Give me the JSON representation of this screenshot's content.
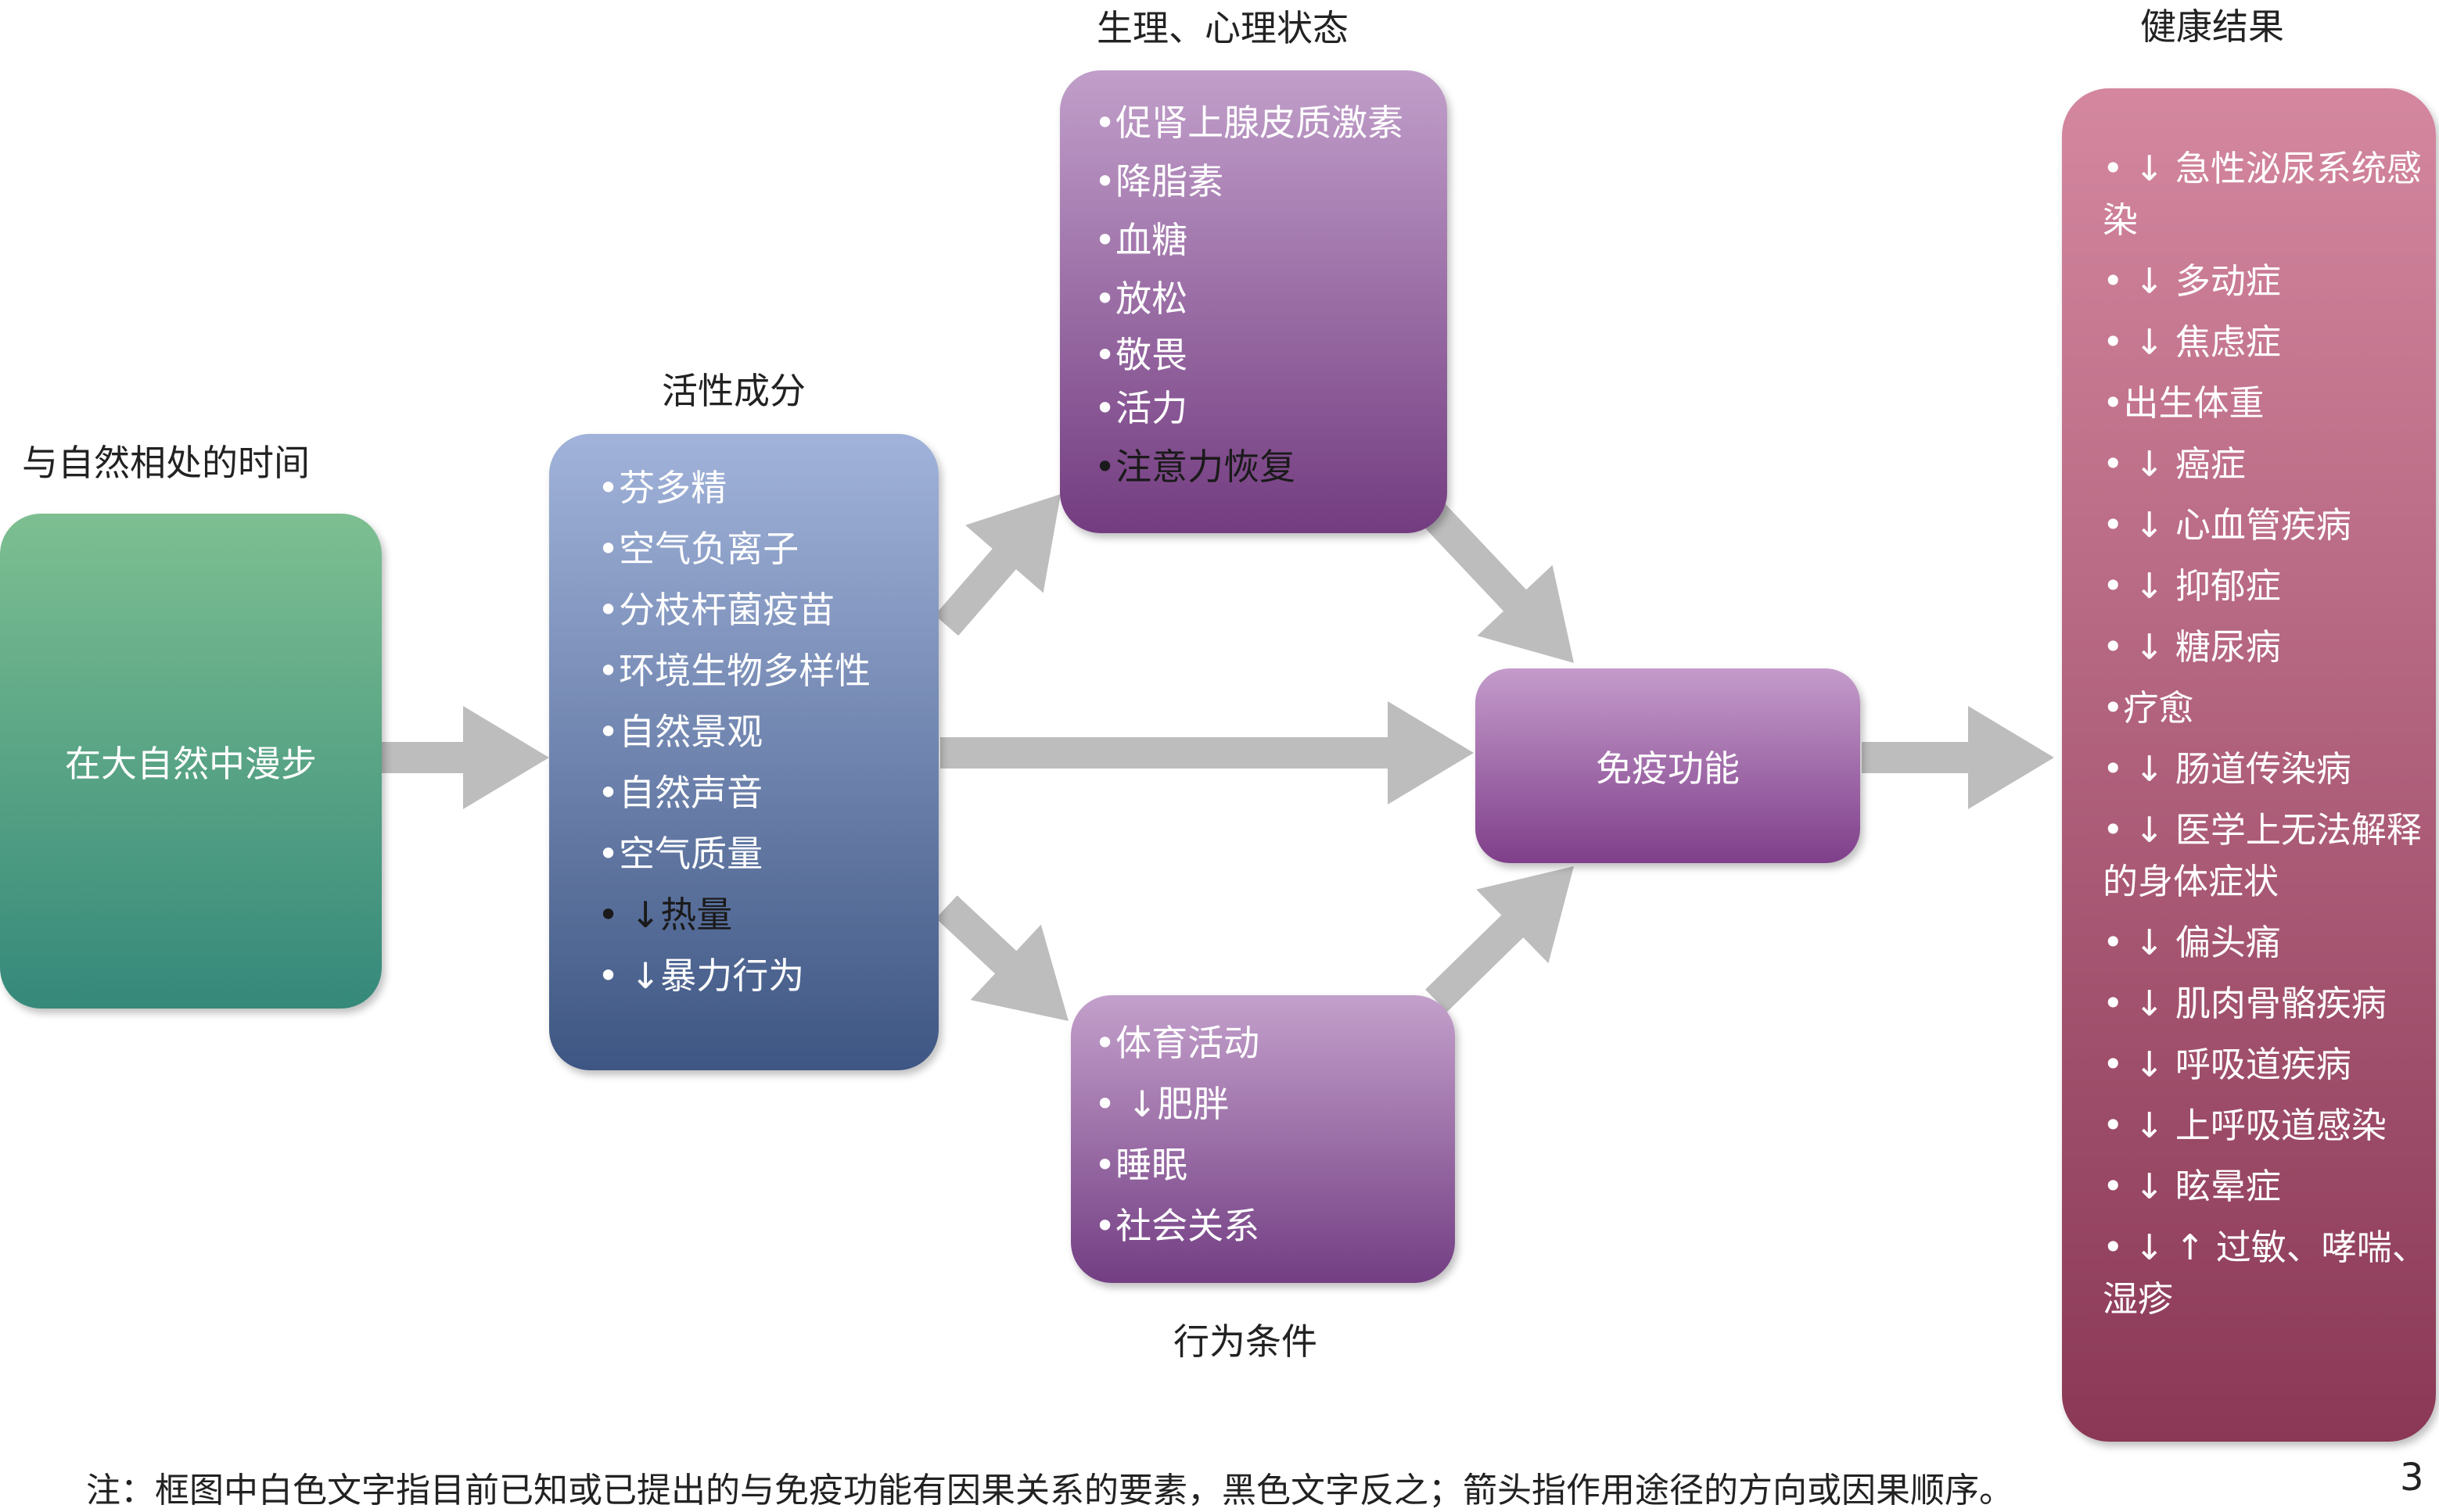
{
  "labels": {
    "time_in_nature": "与自然相处的时间",
    "active_components": "活性成分",
    "physio_psych": "生理、心理状态",
    "behavioral": "行为条件",
    "health_outcomes": "健康结果"
  },
  "green_box": {
    "text": "在大自然中漫步"
  },
  "active_box": {
    "items": [
      {
        "text": "•芬多精",
        "text_color": "white"
      },
      {
        "text": "•空气负离子",
        "text_color": "white"
      },
      {
        "text": "•分枝杆菌疫苗",
        "text_color": "white"
      },
      {
        "text": "•环境生物多样性",
        "text_color": "white"
      },
      {
        "text": "•自然景观",
        "text_color": "white"
      },
      {
        "text": "•自然声音",
        "text_color": "white"
      },
      {
        "text": "•空气质量",
        "text_color": "white"
      },
      {
        "text": "• ↓热量",
        "text_color": "black"
      },
      {
        "text": "• ↓暴力行为",
        "text_color": "white"
      }
    ]
  },
  "physio_box": {
    "items": [
      {
        "text": "•促肾上腺皮质激素",
        "text_color": "white"
      },
      {
        "text": "•降脂素",
        "text_color": "white"
      },
      {
        "text": "•血糖",
        "text_color": "white"
      },
      {
        "text": "•放松",
        "text_color": "white"
      },
      {
        "text": "•敬畏",
        "text_color": "white"
      },
      {
        "text": "•活力",
        "text_color": "white"
      },
      {
        "text": "•注意力恢复",
        "text_color": "black"
      }
    ]
  },
  "behavior_box": {
    "items": [
      {
        "text": "•体育活动",
        "text_color": "white"
      },
      {
        "text": "• ↓肥胖",
        "text_color": "white"
      },
      {
        "text": "•睡眠",
        "text_color": "white"
      },
      {
        "text": "•社会关系",
        "text_color": "white"
      }
    ]
  },
  "immune_box": {
    "text": "免疫功能"
  },
  "health_box": {
    "items": [
      {
        "text": "• ↓ 急性泌尿系统感染",
        "text_color": "white"
      },
      {
        "text": "• ↓ 多动症",
        "text_color": "white"
      },
      {
        "text": "• ↓ 焦虑症",
        "text_color": "white"
      },
      {
        "text": "•出生体重",
        "text_color": "white"
      },
      {
        "text": "• ↓ 癌症",
        "text_color": "white"
      },
      {
        "text": "• ↓ 心血管疾病",
        "text_color": "white"
      },
      {
        "text": "• ↓ 抑郁症",
        "text_color": "white"
      },
      {
        "text": "• ↓ 糖尿病",
        "text_color": "white"
      },
      {
        "text": "•疗愈",
        "text_color": "white"
      },
      {
        "text": "• ↓ 肠道传染病",
        "text_color": "white"
      },
      {
        "text": "• ↓ 医学上无法解释的身体症状",
        "text_color": "white"
      },
      {
        "text": "• ↓ 偏头痛",
        "text_color": "white"
      },
      {
        "text": "• ↓ 肌肉骨骼疾病",
        "text_color": "white"
      },
      {
        "text": "• ↓ 呼吸道疾病",
        "text_color": "white"
      },
      {
        "text": "• ↓ 上呼吸道感染",
        "text_color": "white"
      },
      {
        "text": "• ↓ 眩晕症",
        "text_color": "white"
      },
      {
        "text": "• ↓ ↑ 过敏、哮喘、湿疹",
        "text_color": "white"
      }
    ]
  },
  "footnote": "注：框图中白色文字指目前已知或已提出的与免疫功能有因果关系的要素，黑色文字反之；箭头指作用途径的方向或因果顺序。",
  "page_number": "3",
  "colors": {
    "arrow": "#bdbdbd",
    "green": "#4fa083",
    "blue": "#6a80ab",
    "purple": "#9a62a4",
    "rose": "#b25f7e"
  }
}
